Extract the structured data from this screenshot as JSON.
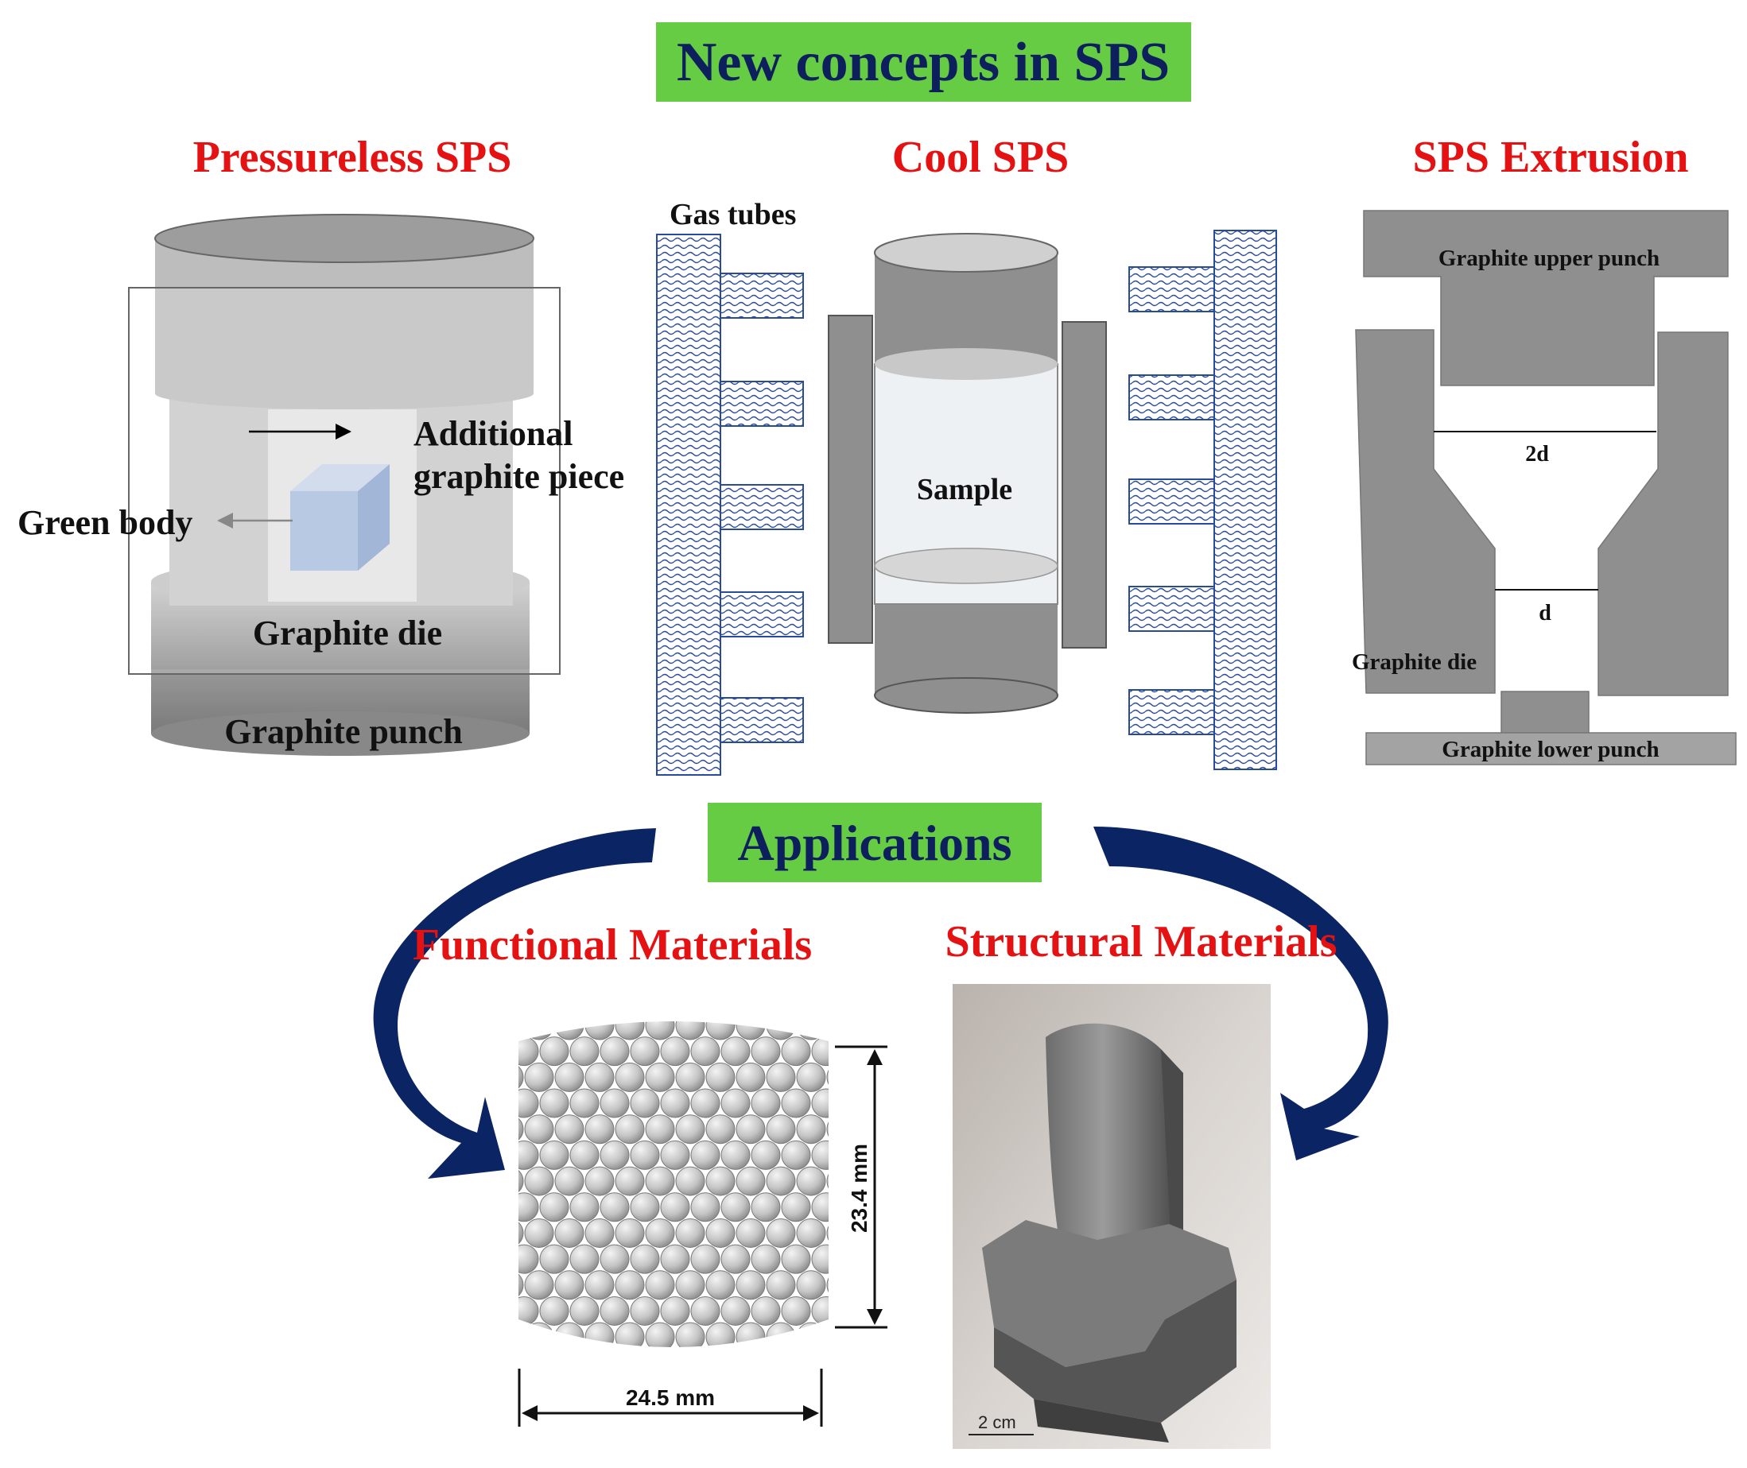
{
  "header": {
    "title": "New concepts in SPS"
  },
  "colors": {
    "title_bg": "#66cc44",
    "title_text": "#0d1f5c",
    "section_red": "#e41212",
    "arrow_navy": "#0b2463",
    "graphite": "#8f8f8f",
    "graphite_light": "#b9b9b9",
    "green_body": "#a9bedf",
    "gas_tube": "#2a4a9a"
  },
  "pressureless": {
    "heading": "Pressureless SPS",
    "label_additional_line1": "Additional",
    "label_additional_line2": "graphite piece",
    "label_green_body": "Green body",
    "label_die": "Graphite die",
    "label_punch": "Graphite punch"
  },
  "cool": {
    "heading": "Cool SPS",
    "label_gas_tubes": "Gas tubes",
    "label_sample": "Sample"
  },
  "extrusion": {
    "heading": "SPS Extrusion",
    "label_upper_punch": "Graphite upper punch",
    "label_2d": "2d",
    "label_d": "d",
    "label_die": "Graphite die",
    "label_lower_punch": "Graphite lower punch"
  },
  "applications": {
    "title": "Applications",
    "functional": "Functional Materials",
    "structural": "Structural Materials",
    "functional_width": "24.5 mm",
    "functional_height": "23.4 mm",
    "structural_scale": "2 cm"
  }
}
